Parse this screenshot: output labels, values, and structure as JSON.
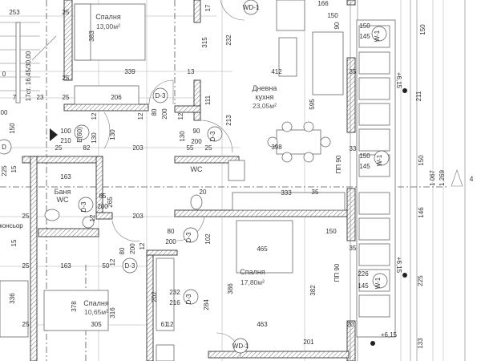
{
  "rooms": [
    {
      "name": "Спалня",
      "area": "13,00м²"
    },
    {
      "name": "Дневна",
      "name2": "кухня",
      "area": "23,05м²"
    },
    {
      "name": "Баня",
      "name2": "WC"
    },
    {
      "name": "Спалня",
      "area": "17,80м²"
    },
    {
      "name": "Спалня",
      "area": "10,65м²"
    },
    {
      "name": "WC"
    }
  ],
  "stair_label": "17ст. 16,45/30,00",
  "concierge": "консьор",
  "axis_marker": "4",
  "tags": [
    "WD-1",
    "D-3",
    "D-3",
    "E(60)",
    "D-3",
    "D-3",
    "D-3",
    "D-3",
    "W-1",
    "W-1",
    "W-1",
    "WD-1",
    "D"
  ],
  "dims": [
    "253",
    "25",
    "383",
    "339",
    "13",
    "206",
    "25",
    "7",
    "23",
    "12",
    "12",
    "80",
    "200",
    "12",
    "111",
    "213",
    "232",
    "17",
    "315",
    "100",
    "210",
    "130",
    "130",
    "25",
    "82",
    "203",
    "150",
    "225",
    "15",
    "130",
    "90",
    "200",
    "55",
    "25",
    "163",
    "166",
    "150",
    "90",
    "150",
    "145",
    "150",
    "412",
    "35",
    "595",
    "398",
    "33",
    "ПП 90",
    "150",
    "145",
    "150",
    "+6,15",
    "211",
    "1 067",
    "1 269",
    "85",
    "200",
    "265",
    "12",
    "203",
    "25",
    "15",
    "25",
    "163",
    "50",
    "80",
    "200",
    "12",
    "12",
    "80",
    "200",
    "102",
    "333",
    "150",
    "465",
    "382",
    "ПП 90",
    "226",
    "145",
    "146",
    "225",
    "+6,15",
    "+6,15",
    "133",
    "463",
    "201",
    "386",
    "284",
    "232",
    "216",
    "202",
    "378",
    "316",
    "305",
    "336",
    "25",
    "61",
    "12",
    "35",
    "35",
    "20",
    "20",
    "25",
    "00",
    "0"
  ]
}
